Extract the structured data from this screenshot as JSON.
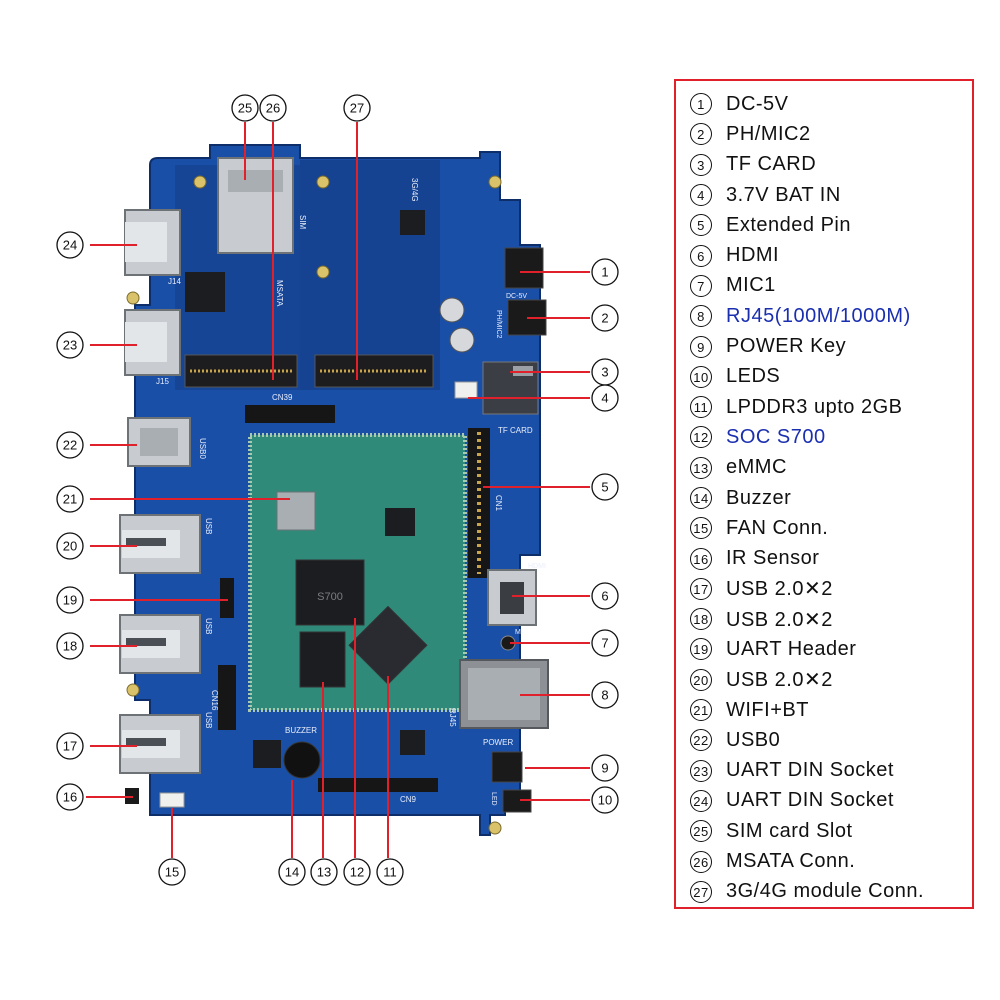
{
  "board": {
    "silk": {
      "soc": "S700",
      "cn39": "CN39",
      "cn9": "CN9",
      "cn16": "CN16",
      "cn1": "CN1",
      "j14": "J14",
      "j15": "J15",
      "sim": "SIM",
      "msata": "MSATA",
      "g3g4g": "3G/4G",
      "dc5v": "DC-5V",
      "phmic2": "PH/MIC2",
      "tfcard": "TF CARD",
      "hdmi": "HDMI",
      "rj45": "RJ45",
      "power": "POWER",
      "led": "LED",
      "buzzer": "BUZZER",
      "usb0": "USB0",
      "usb_a": "USB",
      "usb_b": "USB",
      "usb_c": "USB",
      "mi": "MI"
    },
    "colors": {
      "pcb": "#1a4fa8",
      "pcb_dark": "#123a80",
      "module": "#2f8a7a",
      "callout": "#e0202a",
      "metal": "#c8ccd0"
    }
  },
  "callouts": [
    {
      "id": 1,
      "num": "1"
    },
    {
      "id": 2,
      "num": "2"
    },
    {
      "id": 3,
      "num": "3"
    },
    {
      "id": 4,
      "num": "4"
    },
    {
      "id": 5,
      "num": "5"
    },
    {
      "id": 6,
      "num": "6"
    },
    {
      "id": 7,
      "num": "7"
    },
    {
      "id": 8,
      "num": "8"
    },
    {
      "id": 9,
      "num": "9"
    },
    {
      "id": 10,
      "num": "10"
    },
    {
      "id": 11,
      "num": "11"
    },
    {
      "id": 12,
      "num": "12"
    },
    {
      "id": 13,
      "num": "13"
    },
    {
      "id": 14,
      "num": "14"
    },
    {
      "id": 15,
      "num": "15"
    },
    {
      "id": 16,
      "num": "16"
    },
    {
      "id": 17,
      "num": "17"
    },
    {
      "id": 18,
      "num": "18"
    },
    {
      "id": 19,
      "num": "19"
    },
    {
      "id": 20,
      "num": "20"
    },
    {
      "id": 21,
      "num": "21"
    },
    {
      "id": 22,
      "num": "22"
    },
    {
      "id": 23,
      "num": "23"
    },
    {
      "id": 24,
      "num": "24"
    },
    {
      "id": 25,
      "num": "25"
    },
    {
      "id": 26,
      "num": "26"
    },
    {
      "id": 27,
      "num": "27"
    }
  ],
  "legend": {
    "items": [
      {
        "num": "1",
        "label": "DC-5V",
        "color": "#111111"
      },
      {
        "num": "2",
        "label": "PH/MIC2",
        "color": "#111111"
      },
      {
        "num": "3",
        "label": "TF CARD",
        "color": "#111111"
      },
      {
        "num": "4",
        "label": "3.7V BAT IN",
        "color": "#111111"
      },
      {
        "num": "5",
        "label": "Extended Pin",
        "color": "#111111"
      },
      {
        "num": "6",
        "label": "HDMI",
        "color": "#111111"
      },
      {
        "num": "7",
        "label": "MIC1",
        "color": "#111111"
      },
      {
        "num": "8",
        "label": "RJ45(100M/1000M)",
        "color": "#1a2fb0"
      },
      {
        "num": "9",
        "label": "POWER Key",
        "color": "#111111"
      },
      {
        "num": "10",
        "label": "LEDS",
        "color": "#111111"
      },
      {
        "num": "11",
        "label": "LPDDR3 upto 2GB",
        "color": "#111111"
      },
      {
        "num": "12",
        "label": "SOC S700",
        "color": "#1a2fb0"
      },
      {
        "num": "13",
        "label": "eMMC",
        "color": "#111111"
      },
      {
        "num": "14",
        "label": "Buzzer",
        "color": "#111111"
      },
      {
        "num": "15",
        "label": "FAN Conn.",
        "color": "#111111"
      },
      {
        "num": "16",
        "label": "IR Sensor",
        "color": "#111111"
      },
      {
        "num": "17",
        "label": "USB 2.0✕2",
        "color": "#111111"
      },
      {
        "num": "18",
        "label": "USB 2.0✕2",
        "color": "#111111"
      },
      {
        "num": "19",
        "label": "UART Header",
        "color": "#111111"
      },
      {
        "num": "20",
        "label": "USB 2.0✕2",
        "color": "#111111"
      },
      {
        "num": "21",
        "label": "WIFI+BT",
        "color": "#111111"
      },
      {
        "num": "22",
        "label": "USB0",
        "color": "#111111"
      },
      {
        "num": "23",
        "label": "UART DIN Socket",
        "color": "#111111"
      },
      {
        "num": "24",
        "label": "UART DIN Socket",
        "color": "#111111"
      },
      {
        "num": "25",
        "label": "SIM card Slot",
        "color": "#111111"
      },
      {
        "num": "26",
        "label": "MSATA Conn.",
        "color": "#111111"
      },
      {
        "num": "27",
        "label": "3G/4G module Conn.",
        "color": "#111111"
      }
    ]
  }
}
